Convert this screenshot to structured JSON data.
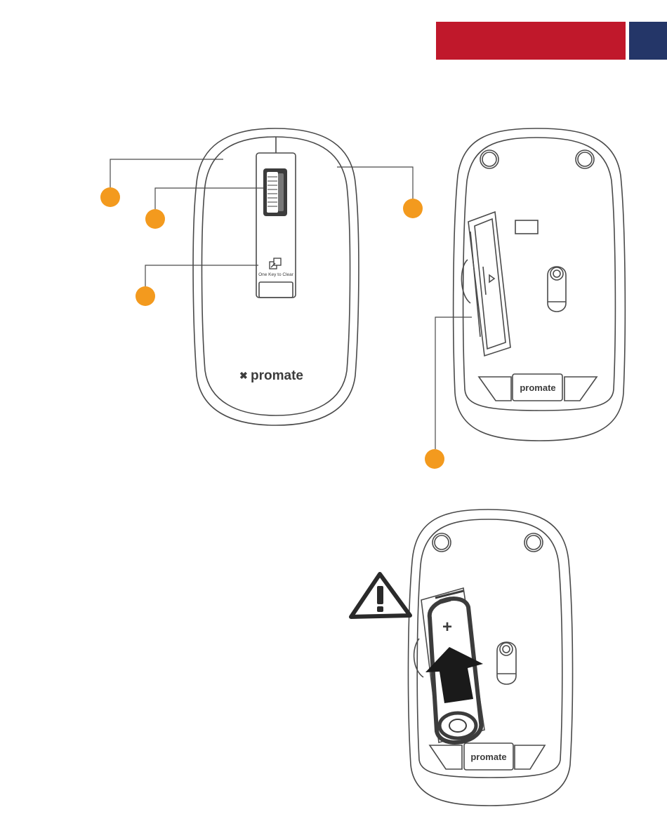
{
  "colors": {
    "header_red": "#c0182b",
    "header_blue": "#243668",
    "callout_orange": "#f39a1e",
    "line": "#4a4a4a",
    "dark_part": "#3c3c3c"
  },
  "mouse_top": {
    "clear_button_label": "One Key to Clear",
    "brand": "promate",
    "icons": [
      "scroll-wheel-icon",
      "one-key-clear-icon",
      "brand-logo-icon"
    ]
  },
  "mouse_bottom": {
    "brand": "promate"
  },
  "battery_install": {
    "brand": "promate",
    "polarity_mark": "+",
    "icons": [
      "warning-icon",
      "battery-icon",
      "insert-arrow-icon"
    ]
  },
  "callouts": [
    {
      "id": "left-button"
    },
    {
      "id": "scroll-wheel"
    },
    {
      "id": "right-button"
    },
    {
      "id": "one-key-clear"
    },
    {
      "id": "battery-compartment"
    }
  ]
}
